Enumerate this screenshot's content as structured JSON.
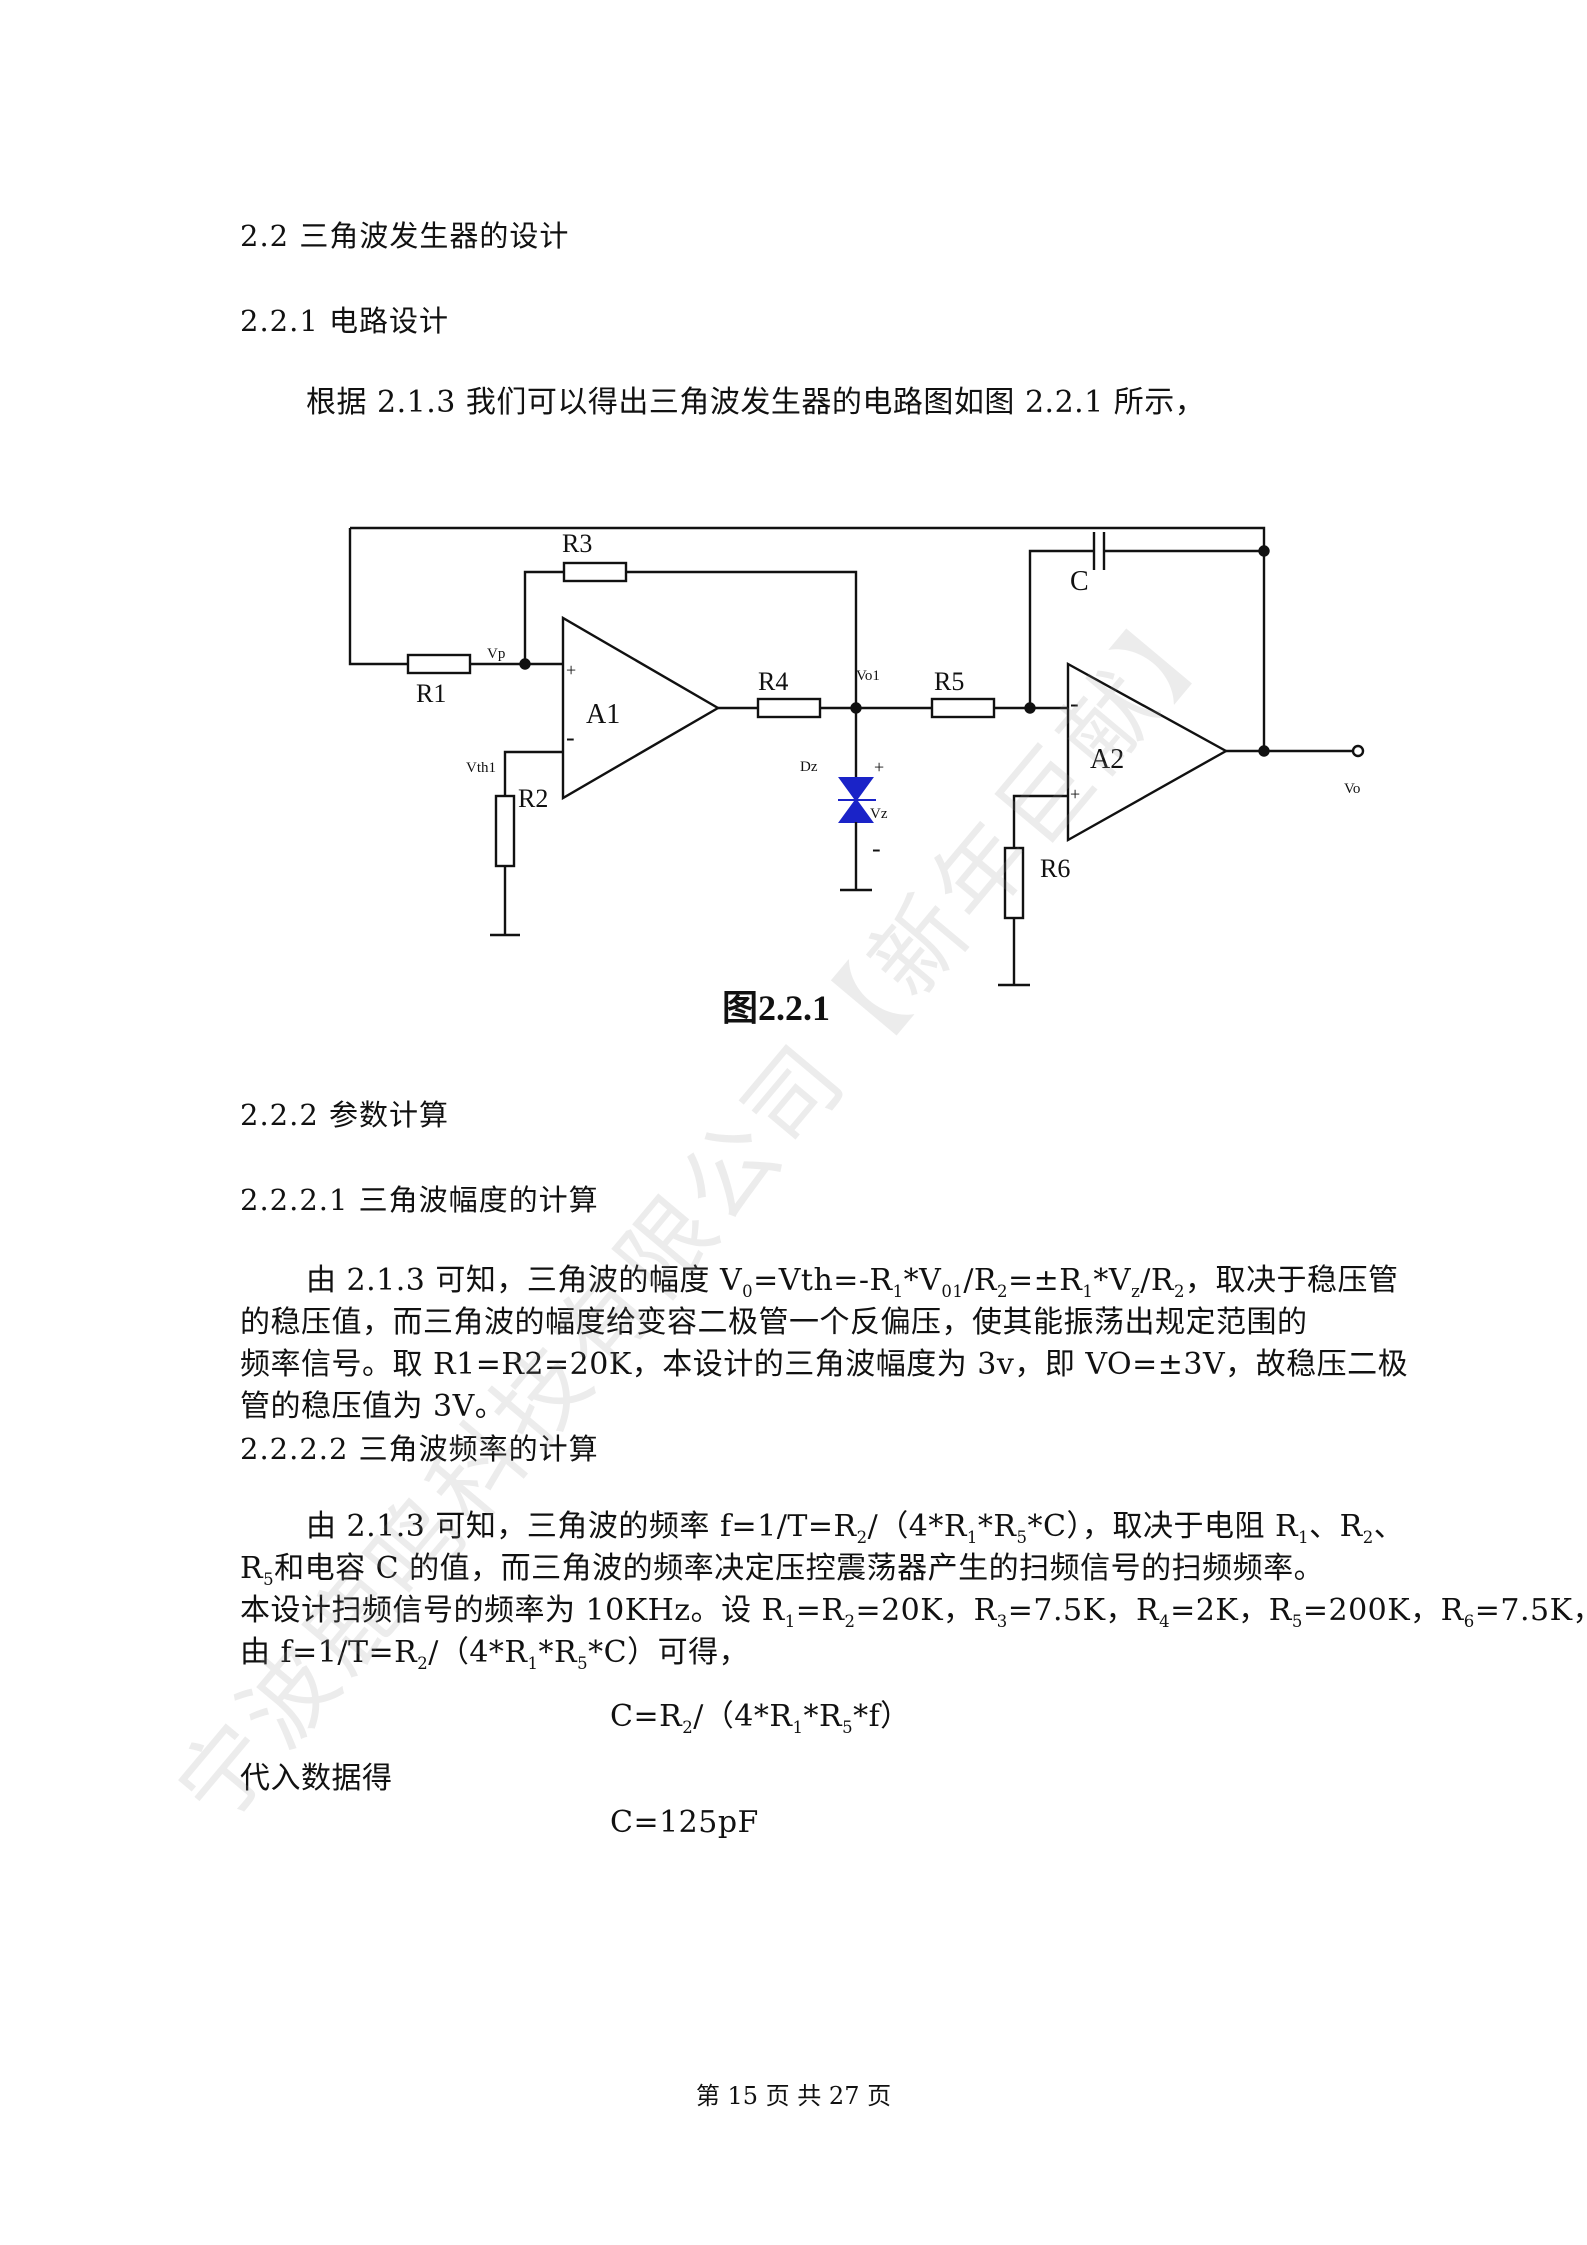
{
  "heading_2_2": "2.2 三角波发生器的设计",
  "heading_2_2_1": "2.2.1 电路设计",
  "intro": "根据 2.1.3 我们可以得出三角波发生器的电路图如图 2.2.1 所示，",
  "circuit": {
    "labels": {
      "r1": "R1",
      "r2": "R2",
      "r3": "R3",
      "r4": "R4",
      "r5": "R5",
      "r6": "R6",
      "c": "C",
      "a1": "A1",
      "a2": "A2",
      "vp": "Vp",
      "vo1": "Vo1",
      "vth1": "Vth1",
      "dz": "Dz",
      "vz": "Vz",
      "vo": "Vo",
      "plus": "+",
      "minus": "-"
    },
    "caption": "图2.2.1",
    "line_color": "#111111",
    "diode_color": "#1a23c8"
  },
  "heading_2_2_2": "2.2.2 参数计算",
  "heading_2_2_2_1": "2.2.2.1 三角波幅度的计算",
  "amp": {
    "l1_a": "由 2.1.3 可知，三角波的幅度 V",
    "l1_s1": "0",
    "l1_b": "=Vth=-R",
    "l1_s2": "1",
    "l1_c": "*V",
    "l1_s3": "01",
    "l1_d": "/R",
    "l1_s4": "2",
    "l1_e": "=±R",
    "l1_s5": "1",
    "l1_f": "*V",
    "l1_s6": "z",
    "l1_g": "/R",
    "l1_s7": "2",
    "l1_h": "，取决于稳压管",
    "l2": "的稳压值，而三角波的幅度给变容二极管一个反偏压，使其能振荡出规定范围的",
    "l3": "频率信号。取 R1=R2=20K，本设计的三角波幅度为 3v，即 VO=±3V，故稳压二极",
    "l4": "管的稳压值为 3V。"
  },
  "heading_2_2_2_2": "2.2.2.2 三角波频率的计算",
  "freq": {
    "l1_a": "由 2.1.3 可知，三角波的频率 f=1/T=R",
    "l1_s1": "2",
    "l1_b": "/（4*R",
    "l1_s2": "1",
    "l1_c": "*R",
    "l1_s3": "5",
    "l1_d": "*C），取决于电阻 R",
    "l1_s4": "1",
    "l1_e": "、R",
    "l1_s5": "2",
    "l1_f": "、",
    "l2_a": "R",
    "l2_s1": "5",
    "l2_b": "和电容 C 的值，而三角波的频率决定压控震荡器产生的扫频信号的扫频频率。",
    "l3_a": "本设计扫频信号的频率为 10KHz。设 R",
    "l3_s1": "1",
    "l3_b": "=R",
    "l3_s2": "2",
    "l3_c": "=20K，R",
    "l3_s3": "3",
    "l3_d": "=7.5K，R",
    "l3_s4": "4",
    "l3_e": "=2K，R",
    "l3_s5": "5",
    "l3_f": "=200K，R",
    "l3_s6": "6",
    "l3_g": "=7.5K，",
    "l4_a": "由 f=1/T=R",
    "l4_s1": "2",
    "l4_b": "/（4*R",
    "l4_s2": "1",
    "l4_c": "*R",
    "l4_s3": "5",
    "l4_d": "*C）可得，"
  },
  "formula": {
    "a": "C=R",
    "s1": "2",
    "b": "/（4*R",
    "s2": "1",
    "c": "*R",
    "s3": "5",
    "d": "*f）"
  },
  "substitute": "代入数据得",
  "result": "C=125pF",
  "watermark": "宁波鹿鸣科技有限公司【新年巨献】",
  "footer": "第 15 页 共 27 页"
}
